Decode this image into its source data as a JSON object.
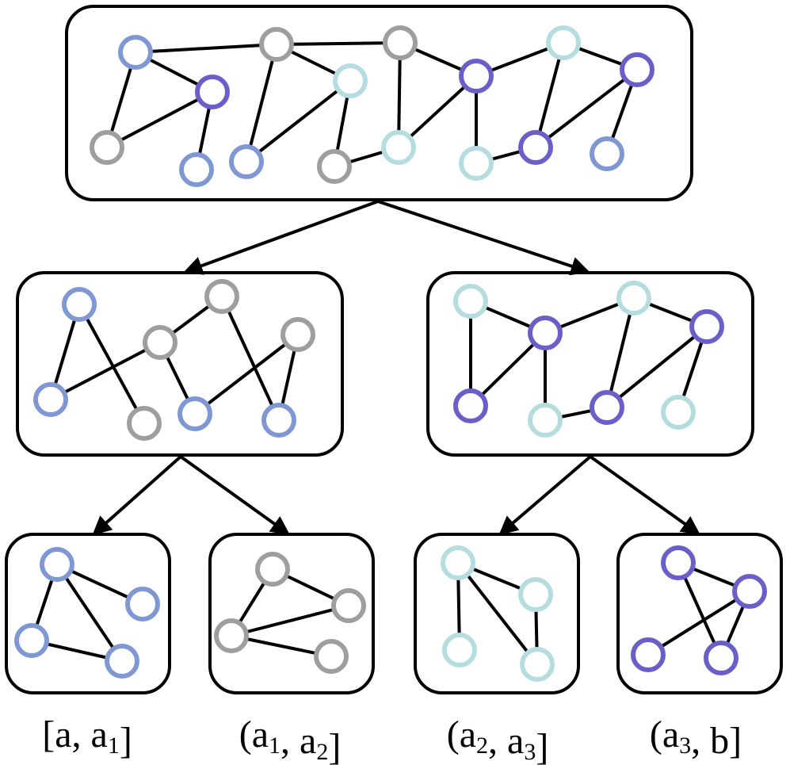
{
  "colors": {
    "blue": "#7f98d3",
    "gray": "#9e9e9e",
    "cyan": "#b5dde0",
    "purple": "#6a5fc8"
  },
  "captions": [
    {
      "open": "[",
      "v1": "a",
      "s1": "",
      "sep": ", ",
      "v2": "a",
      "s2": "1",
      "close": "]"
    },
    {
      "open": "(",
      "v1": "a",
      "s1": "1",
      "sep": ", ",
      "v2": "a",
      "s2": "2",
      "close": "]"
    },
    {
      "open": "(",
      "v1": "a",
      "s1": "2",
      "sep": ", ",
      "v2": "a",
      "s2": "3",
      "close": "]"
    },
    {
      "open": "(",
      "v1": "a",
      "s1": "3",
      "sep": ", ",
      "v2": "b",
      "s2": "",
      "close": "]"
    }
  ]
}
